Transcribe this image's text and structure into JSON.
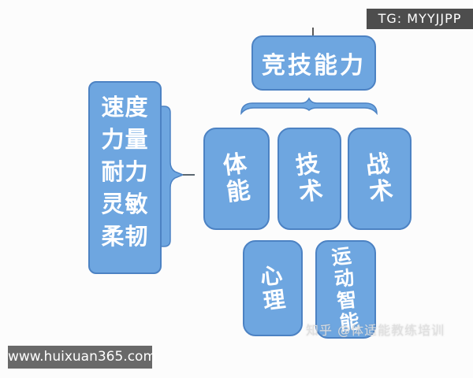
{
  "colors": {
    "node_fill": "#6ea6e0",
    "node_border": "#4c82c3",
    "canvas_bg": "#fcfcfc",
    "tg_label_bg": "#4d4d4d",
    "site_label_bg": "#696969",
    "node_text": "#ffffff",
    "watermark_text": "#d9d9d9"
  },
  "overlays": {
    "tg_label": "TG: MYYJJPP",
    "site_label": "www.huixuan365.com",
    "watermark": "知乎 @体适能教练培训"
  },
  "diagram": {
    "root": {
      "label": "竞技能力"
    },
    "left_panel": {
      "items": [
        "速度",
        "力量",
        "耐力",
        "灵敏",
        "柔韧"
      ]
    },
    "middle_row": [
      {
        "label": "体能"
      },
      {
        "label": "技术"
      },
      {
        "label": "战术"
      }
    ],
    "bottom_row": [
      {
        "label": "心理"
      },
      {
        "label": "运动智能"
      }
    ]
  }
}
